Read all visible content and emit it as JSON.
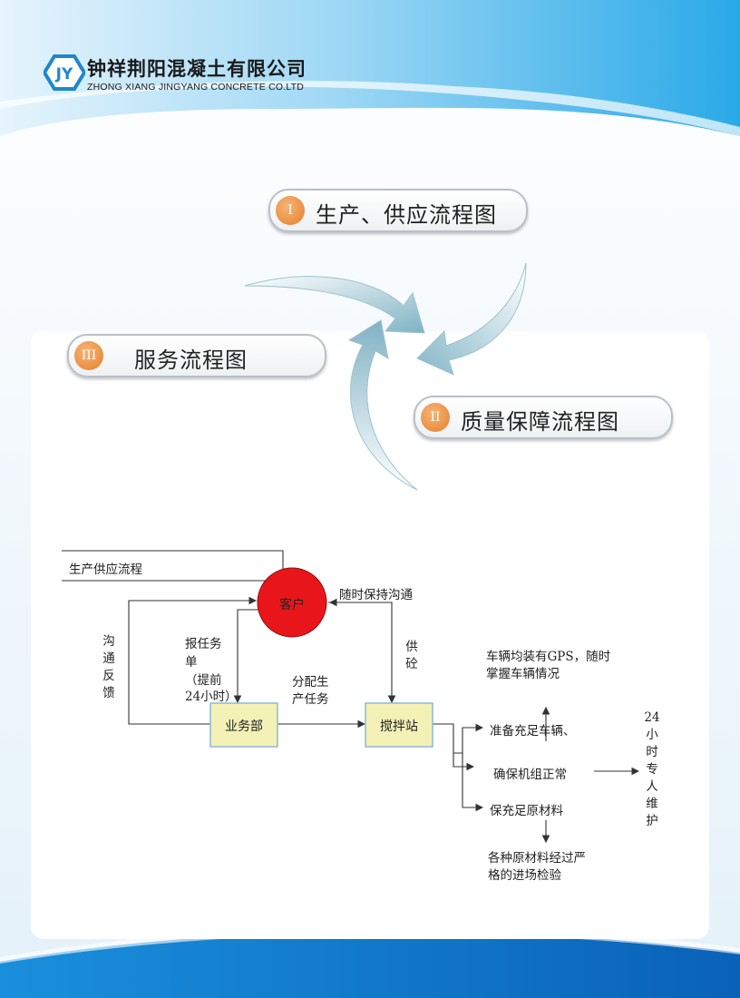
{
  "header": {
    "company_cn": "钟祥荆阳混凝土有限公司",
    "company_en": "ZHONG XIANG JINGYANG CONCRETE CO.LTD",
    "logo_text": "JY"
  },
  "sections": [
    {
      "num": "I",
      "label": "生产、供应流程图"
    },
    {
      "num": "II",
      "label": "质量保障流程图"
    },
    {
      "num": "III",
      "label": "服务流程图"
    }
  ],
  "flowchart": {
    "title": "生产供应流程",
    "customer": "客户",
    "keep_contact": "随时保持沟通",
    "feedback": "沟通反馈",
    "report_task": [
      "报任务",
      "单",
      "（提前",
      "24小时）"
    ],
    "supply": "供砼",
    "assign_task": [
      "分配生",
      "产任务"
    ],
    "business_dept": "业务部",
    "mixing_station": "搅拌站",
    "gps": [
      "车辆均装有GPS，随时",
      "掌握车辆情况"
    ],
    "vehicles": "准备充足车辆、",
    "units_ok": "确保机组正常",
    "materials": "保充足原材料",
    "inspection": [
      "各种原材料经过严",
      "格的进场检验"
    ],
    "maintenance": "24小时专人维护"
  },
  "colors": {
    "customer_circle": "#e8161b",
    "box_fill": "#f4f1b6",
    "box_border": "#8fb7d6",
    "badge": "#e98a35"
  }
}
